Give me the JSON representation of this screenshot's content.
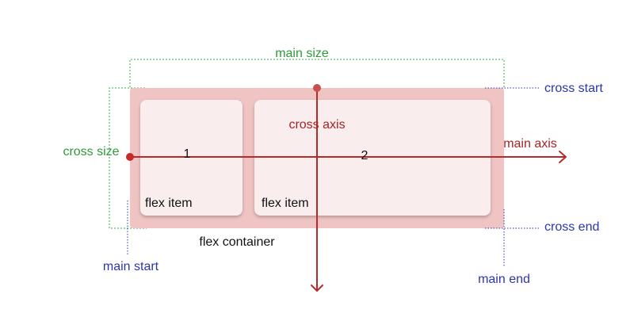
{
  "labels": {
    "main_size": "main size",
    "cross_start": "cross start",
    "cross_size": "cross size",
    "cross_axis": "cross axis",
    "main_axis": "main axis",
    "cross_end": "cross end",
    "flex_container": "flex container",
    "main_start": "main start",
    "main_end": "main end"
  },
  "items": [
    {
      "number": "1",
      "label": "flex item"
    },
    {
      "number": "2",
      "label": "flex item"
    }
  ],
  "colors": {
    "container": "#f1c4c4",
    "item": "#f9eded",
    "axis": "#b52a2a",
    "axis_text": "#a82424",
    "size_text": "#2e9a3a",
    "size_guides": "#3aa84a",
    "edge_text": "#2b35b0",
    "edge_guides": "#2b35b0",
    "text": "#111111"
  }
}
